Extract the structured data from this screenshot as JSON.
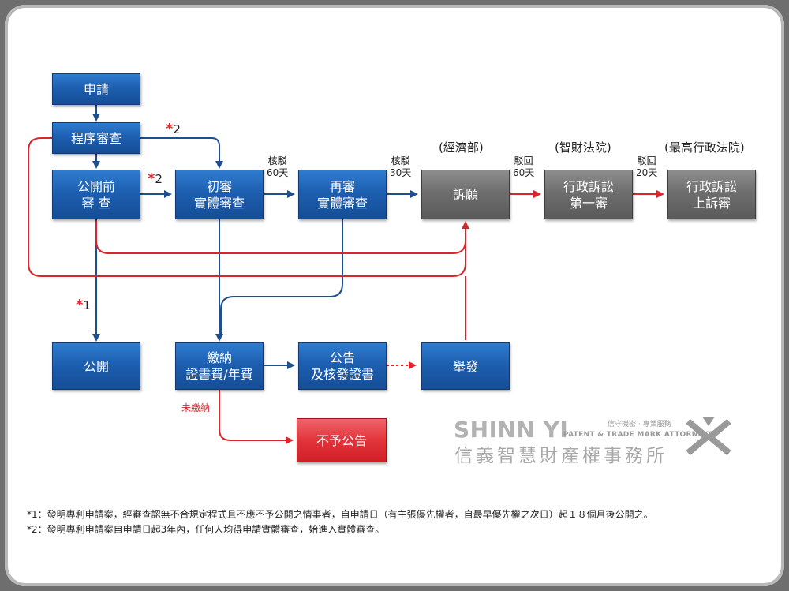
{
  "boxes": {
    "apply": "申請",
    "formality": "程序審查",
    "pre_publication": "公開前\n審 查",
    "first_exam": "初審\n實體審查",
    "re_exam": "再審\n實體審查",
    "appeal": "訴願",
    "admin_first": "行政訴訟\n第一審",
    "admin_appeal": "行政訴訟\n上訴審",
    "publish": "公開",
    "pay_fees": "繳納\n證書費/年費",
    "announce": "公告\n及核發證書",
    "invalidation": "舉發",
    "no_announce": "不予公告"
  },
  "courts": {
    "moea": "(經濟部)",
    "ip_court": "(智財法院)",
    "supreme_admin": "(最高行政法院)"
  },
  "edge_labels": {
    "reject_60": "核駁\n60天",
    "reject_30": "核駁\n30天",
    "dismiss_60": "駁回\n60天",
    "dismiss_20": "駁回\n20天",
    "unpaid": "未繳納"
  },
  "stars": {
    "star2_top": "2",
    "star2_mid": "2",
    "star1": "1"
  },
  "logo": {
    "english": "SHINN YI",
    "tagline": "信守機密 · 專業服務",
    "subtitle": "PATENT & TRADE MARK ATTORNEYS",
    "chinese": "信義智慧財產權事務所"
  },
  "notes": [
    "*1：發明專利申請案，經審查認無不合規定程式且不應不予公開之情事者，自申請日（有主張優先權者，自最早優先權之次日）起１８個月後公開之。",
    "*2：發明專利申請案自申請日起3年內，任何人均得申請實體審查，始進入實體審查。"
  ],
  "colors": {
    "blue_box": "#1d5fb0",
    "gray_box": "#6e6e6e",
    "red_box": "#e2343b",
    "blue_line": "#1f4e8c",
    "red_line": "#d9262c"
  }
}
